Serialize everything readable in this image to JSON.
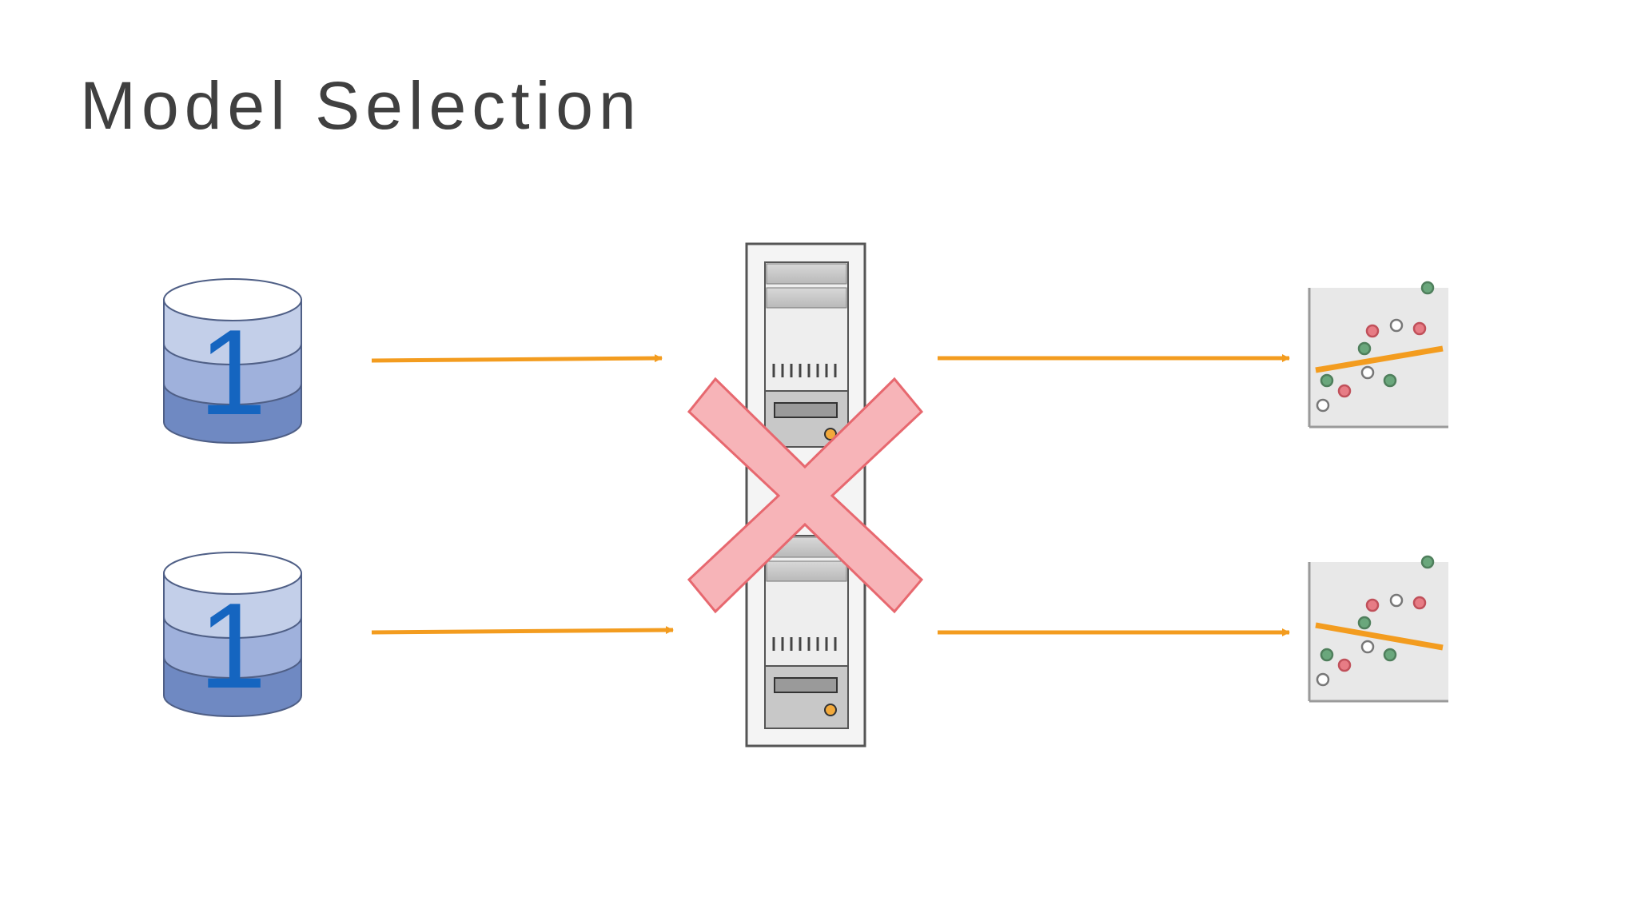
{
  "title": "Model Selection",
  "datasets": [
    {
      "label": "1"
    },
    {
      "label": "1"
    }
  ],
  "colors": {
    "title": "#404040",
    "arrow": "#f39c1f",
    "db_label": "#1565c0",
    "cross_fill": "#f7b4b8",
    "cross_stroke": "#e7686f",
    "fit_line": "#f39c1f",
    "point_red": "#e77c85",
    "point_green": "#6aa77c",
    "point_white": "#ffffff"
  },
  "icons": {
    "dataset": "database-icon",
    "server": "server-icon",
    "rejected": "cross-icon",
    "model": "scatter-plot-icon"
  }
}
